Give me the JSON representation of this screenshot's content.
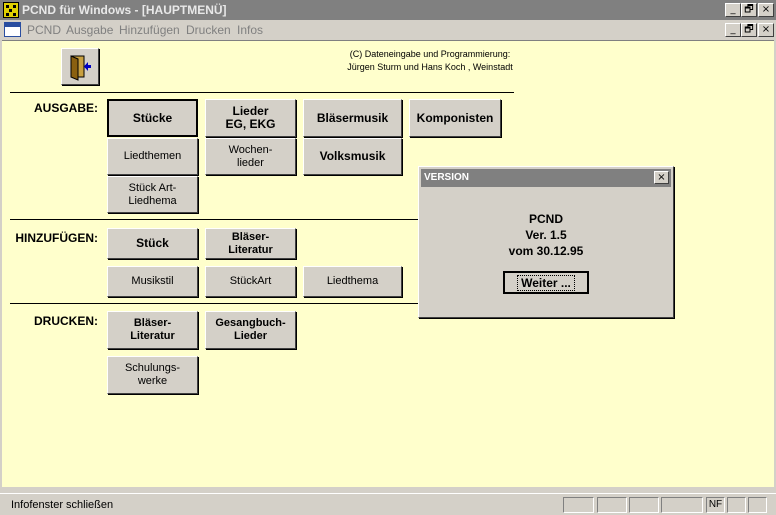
{
  "window": {
    "title": "PCND für Windows - [HAUPTMENÜ]",
    "min_glyph": "_",
    "restore_glyph": "🗗",
    "close_glyph": "×"
  },
  "menubar": {
    "items": [
      {
        "label": "PCND"
      },
      {
        "label": "Ausgabe"
      },
      {
        "label": "Hinzufügen"
      },
      {
        "label": "Drucken"
      },
      {
        "label": "Infos"
      }
    ]
  },
  "header": {
    "copyright_line1": "(C)  Dateneingabe und Programmierung:",
    "copyright_line2": "Jürgen Sturm und Hans Koch , Weinstadt"
  },
  "sections": {
    "ausgabe": {
      "label": "AUSGABE:",
      "buttons": [
        "Stücke",
        "Lieder\nEG, EKG",
        "Bläsermusik",
        "Komponisten",
        "Liedthemen",
        "Wochen-\nlieder",
        "Volksmusik",
        "Stück Art-\nLiedhema"
      ]
    },
    "hinzufuegen": {
      "label": "HINZUFÜGEN:",
      "buttons": [
        "Stück",
        "Bläser-\nLiteratur",
        "Musikstil",
        "StückArt",
        "Liedthema"
      ]
    },
    "drucken": {
      "label": "DRUCKEN:",
      "buttons": [
        "Bläser-\nLiteratur",
        "Gesangbuch-\nLieder",
        "Schulungs-\nwerke"
      ]
    }
  },
  "dialog": {
    "title": "VERSION",
    "close_glyph": "×",
    "app_name": "PCND",
    "version": "Ver. 1.5",
    "date": "vom 30.12.95",
    "button_label": "Weiter ..."
  },
  "statusbar": {
    "text": "Infofenster schließen",
    "nf_indicator": "NF"
  }
}
